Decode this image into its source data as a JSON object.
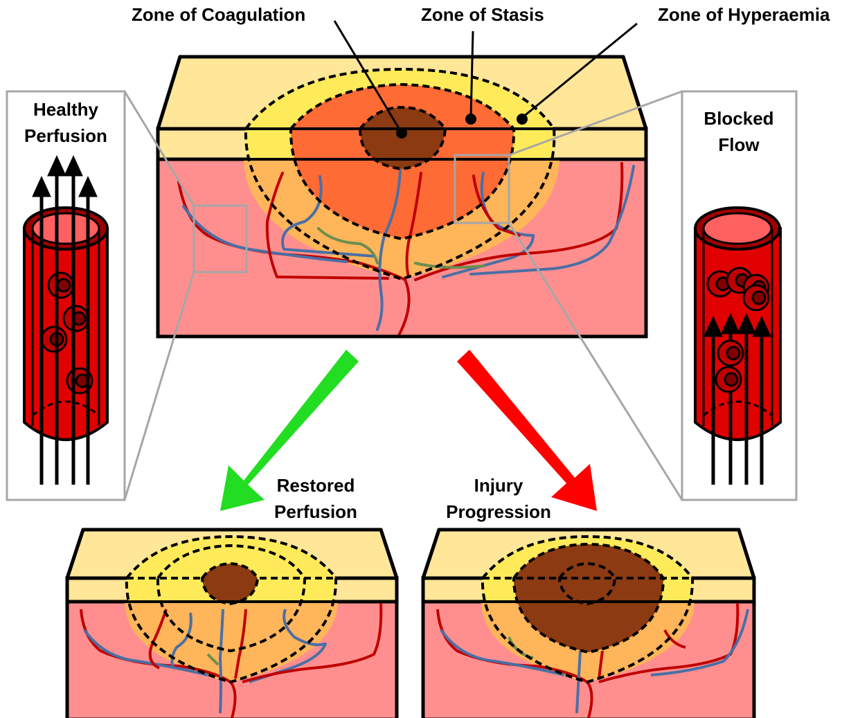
{
  "labels": {
    "zone_coagulation": "Zone of Coagulation",
    "zone_stasis": "Zone of Stasis",
    "zone_hyperaemia": "Zone of Hyperaemia",
    "healthy_line1": "Healthy",
    "healthy_line2": "Perfusion",
    "blocked_line1": "Blocked",
    "blocked_line2": "Flow",
    "restored_line1": "Restored",
    "restored_line2": "Perfusion",
    "injury_line1": "Injury",
    "injury_line2": "Progression"
  },
  "colors": {
    "epidermis": "#FFE699",
    "dermis": "#FF8F8F",
    "hyperaemia": "#FFEB5A",
    "hyperaemia_dermis": "#FFB55A",
    "stasis": "#FF6B35",
    "coagulation": "#8B3A12",
    "artery": "#C00000",
    "vein": "#4A6FA5",
    "healthy_arrow": "#22DD22",
    "injury_arrow": "#FF0000",
    "inset_border": "#A6A6A6"
  }
}
